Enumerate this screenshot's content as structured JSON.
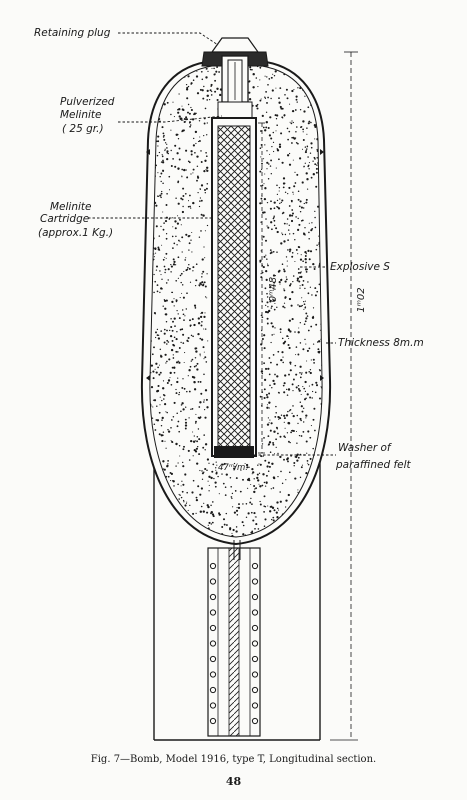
{
  "labels": {
    "retaining_plug": "Retaining plug",
    "pulverized_1": "Pulverized",
    "pulverized_2": "Melinite",
    "pulverized_3": "( 25 gr.)",
    "cartridge_1": "Melinite",
    "cartridge_2": "Cartridge",
    "cartridge_3": "(approx.1 Kg.)",
    "explosive": "Explosive S",
    "thickness": "Thickness 8m.m",
    "washer_1": "Washer of",
    "washer_2": "paraffined felt"
  },
  "dimensions": {
    "cartridge_length": "0ᵐ48.",
    "total_length": "1ᵐ02",
    "cartridge_width": "47ᵐ/m."
  },
  "caption": "Fig. 7—Bomb, Model 1916, type T, Longitudinal section.",
  "page_number": "48"
}
